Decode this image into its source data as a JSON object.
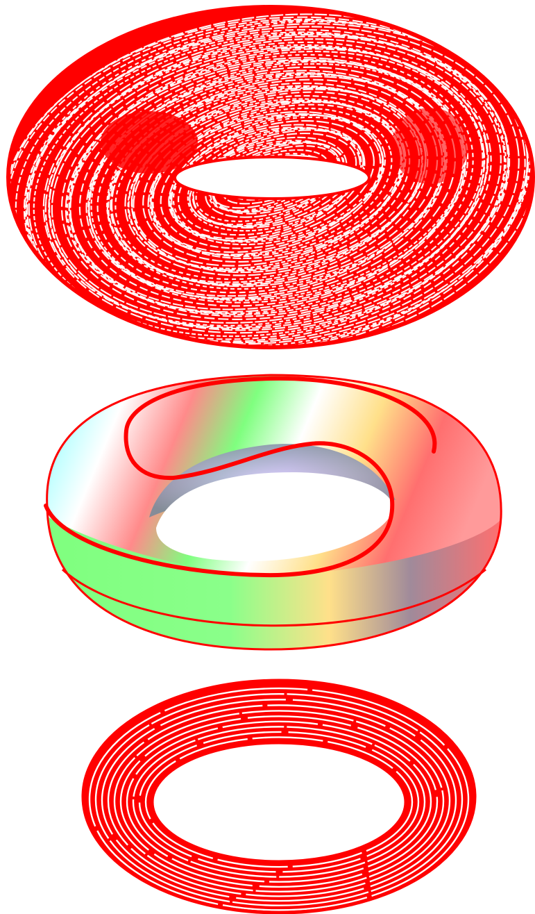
{
  "colors": {
    "background": "#ffffff",
    "curve": "#ff0000",
    "surface_gradient": [
      "#ff6f6f",
      "#ffffff",
      "#7dffff",
      "#7fff7f",
      "#ffffff",
      "#ff6f6f",
      "#7fff7f",
      "#ffe08a",
      "#ff6f6f"
    ]
  },
  "panels": [
    {
      "name": "dense-winding-torus",
      "description_icon": "torus-dense-wire-icon"
    },
    {
      "name": "shaded-torus-with-closed-curve",
      "description_icon": "torus-shaded-icon"
    },
    {
      "name": "thin-torus-latitude-curves",
      "description_icon": "torus-rings-icon"
    }
  ]
}
